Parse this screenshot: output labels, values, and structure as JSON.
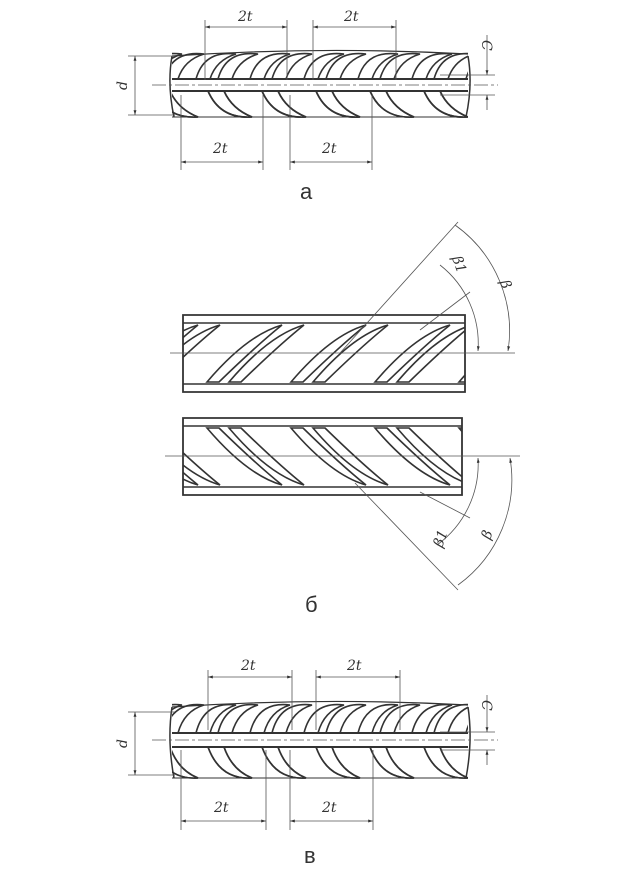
{
  "figure_a": {
    "caption": "а",
    "pitch_top_1": "2t",
    "pitch_top_2": "2t",
    "pitch_bottom_1": "2t",
    "pitch_bottom_2": "2t",
    "diameter": "d",
    "rib_height": "C"
  },
  "figure_b": {
    "caption": "б",
    "top_beta1": "β1",
    "top_beta": "β",
    "bottom_beta1": "β1",
    "bottom_beta": "β"
  },
  "figure_v": {
    "caption": "в",
    "pitch_top_1": "2t",
    "pitch_top_2": "2t",
    "pitch_bottom_1": "2t",
    "pitch_bottom_2": "2t",
    "diameter": "d",
    "rib_height": "C"
  }
}
